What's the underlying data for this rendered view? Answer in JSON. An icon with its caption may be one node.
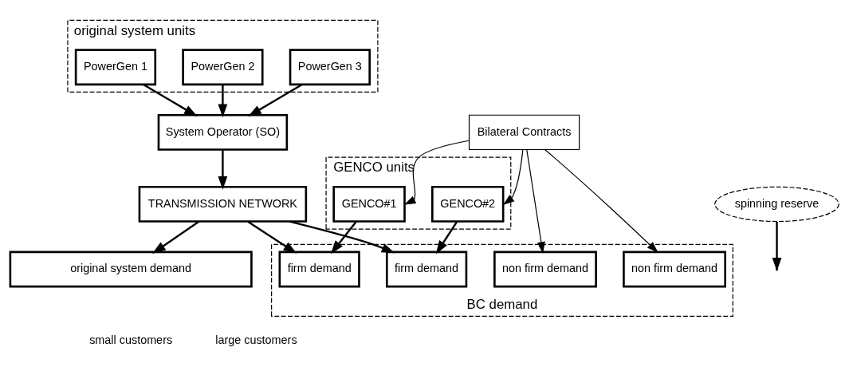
{
  "diagram": {
    "nodes": [
      {
        "text": [
          "original system units"
        ]
      },
      {
        "text": [
          "PowerGen 1"
        ],
        "in": 0
      },
      {
        "text": [
          "PowerGen 2"
        ],
        "in": 0
      },
      {
        "text": [
          "PowerGen 3"
        ],
        "in": 0
      },
      {
        "text": [
          "GENCO units"
        ]
      },
      {
        "text": [
          "GENCO#1"
        ],
        "in": 4
      },
      {
        "text": [
          "GENCO#2"
        ],
        "in": 4
      },
      {
        "text": [
          "System Operator (SO)"
        ]
      },
      {
        "text": [
          "Bilateral Contracts"
        ]
      },
      {
        "text": [
          "TRANSMISSION NETWORK"
        ]
      },
      {
        "text": [
          "spinning reserve"
        ]
      },
      {
        "text": [
          "original system demand"
        ]
      },
      {
        "text": [
          "BC demand"
        ]
      },
      {
        "text": [
          "firm demand"
        ],
        "in": 12
      },
      {
        "text": [
          "non firm demand"
        ],
        "in": 12
      },
      {
        "text": [
          "firm demand"
        ],
        "in": 12
      },
      {
        "text": [
          "non firm demand"
        ],
        "in": 12
      }
    ],
    "edges": [
      {
        "from": 1,
        "to": 7,
        "arrow": "to"
      },
      {
        "from": 2,
        "to": 7,
        "arrow": "to"
      },
      {
        "from": 3,
        "to": 7,
        "arrow": "to"
      },
      {
        "from": 7,
        "to": 9,
        "arrow": "to"
      },
      {
        "from": 9,
        "to": 11,
        "arrow": "to"
      },
      {
        "from": 9,
        "to": 13,
        "arrow": "to"
      },
      {
        "from": 9,
        "to": 15,
        "arrow": "to"
      },
      {
        "from": 10,
        "to": null,
        "arrow": "to"
      },
      {
        "from": 5,
        "to": 13,
        "arrow": "to"
      },
      {
        "from": 6,
        "to": 15,
        "arrow": "to"
      },
      {
        "from": 8,
        "to": 5,
        "arrow": "to"
      },
      {
        "from": 8,
        "to": 6,
        "arrow": "to"
      },
      {
        "from": 8,
        "to": 14,
        "arrow": "to"
      },
      {
        "from": 8,
        "to": 16,
        "arrow": "to"
      }
    ],
    "labels": [
      "small customers",
      "large customers"
    ]
  }
}
